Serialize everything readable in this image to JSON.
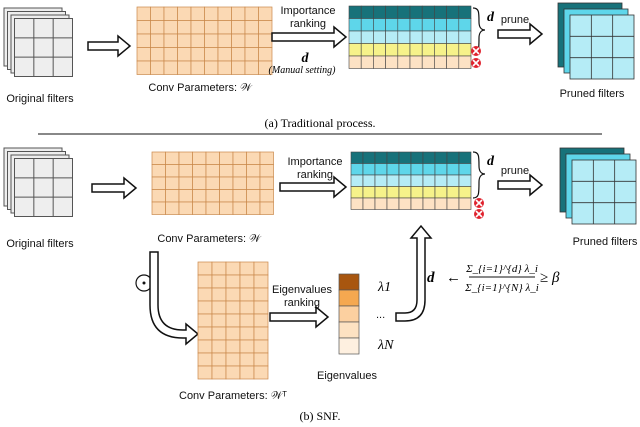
{
  "top": {
    "original_filters": "Original filters",
    "conv_params": "Conv Parameters: 𝒲",
    "importance_line1": "Importance",
    "importance_line2": "ranking",
    "d_symbol": "d",
    "manual_setting": "(Manual setting)",
    "prune": "prune",
    "pruned_filters": "Pruned filters",
    "caption": "(a) Traditional process."
  },
  "bottom": {
    "original_filters": "Original filters",
    "conv_params": "Conv Parameters: 𝒲",
    "importance_line1": "Importance",
    "importance_line2": "ranking",
    "d_symbol": "d",
    "prune": "prune",
    "pruned_filters": "Pruned filters",
    "odot": "⊙",
    "conv_params_t": "Conv Parameters: 𝒲ᵀ",
    "eig_line1": "Eigenvalues",
    "eig_line2": "ranking",
    "lambda_1": "λ1",
    "lambda_n": "λN",
    "ellipsis": "...",
    "eigenvalues": "Eigenvalues",
    "formula_d": "d",
    "formula_arrow": "←",
    "formula_num": "Σ_{i=1}^{d} λ_i",
    "formula_den": "Σ_{i=1}^{N} λ_i",
    "formula_geq": "≥ β",
    "caption": "(b) SNF."
  },
  "colors": {
    "param_fill": "#fbd9b4",
    "param_stroke": "#c9884a",
    "row_teal": "#17727a",
    "row_cyan": "#5ed6ea",
    "row_light_cyan": "#b5ecf6",
    "row_yellow": "#f6f28a",
    "row_peach": "#fde2c4",
    "eig_dark": "#a8560f",
    "eig_mid": "#f5a850",
    "eig_light": "#fcd0a0",
    "eig_lighter": "#fde2c2",
    "eig_lightest": "#fef0e0",
    "cross_red": "#e0232e",
    "filter_fill": "#eeeeee",
    "filter_stroke": "#555555"
  }
}
